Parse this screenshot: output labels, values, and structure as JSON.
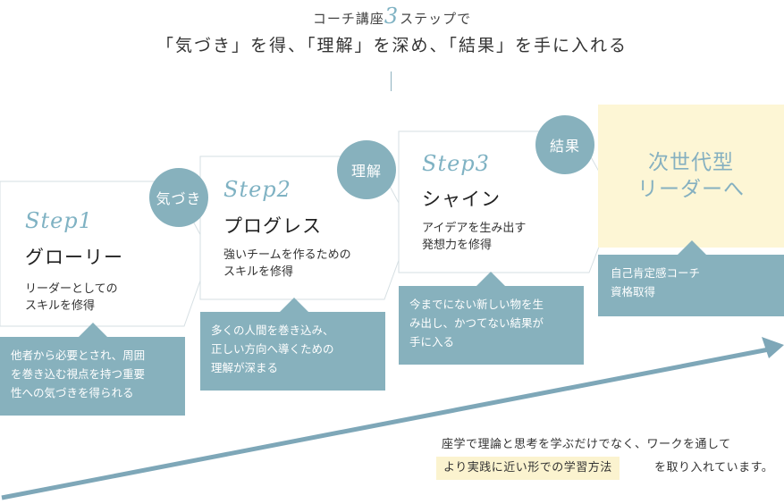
{
  "header": {
    "line1_prefix": "コーチ講座",
    "line1_number": "3",
    "line1_suffix": "ステップで",
    "line2": "「気づき」を得、「理解」を深め、「結果」を手に入れる"
  },
  "steps": [
    {
      "label": "Step1",
      "name": "グローリー",
      "desc1": "リーダーとしての",
      "desc2": "スキルを修得",
      "box": [
        "他者から必要とされ、周囲",
        "を巻き込む視点を持つ重要",
        "性への気づきを得られる"
      ]
    },
    {
      "label": "Step2",
      "name": "プログレス",
      "desc1": "強いチームを作るための",
      "desc2": "スキルを修得",
      "box": [
        "多くの人間を巻き込み、",
        "正しい方向へ導くための",
        "理解が深まる"
      ]
    },
    {
      "label": "Step3",
      "name": "シャイン",
      "desc1": "アイデアを生み出す",
      "desc2": "発想力を修得",
      "box": [
        "今までにない新しい物を生",
        "み出し、かつてない結果が",
        "手に入る"
      ]
    }
  ],
  "circles": [
    "気づき",
    "理解",
    "結果"
  ],
  "final": {
    "title1": "次世代型",
    "title2": "リーダーへ",
    "box": [
      "自己肯定感コーチ",
      "資格取得"
    ]
  },
  "bottom": {
    "line1": "座学で理論と思考を学ぶだけでなく、ワークを通して",
    "highlight": "より実践に近い形での学習方法",
    "line2_suffix": "を取り入れています。"
  },
  "colors": {
    "accent": "#87b1bd",
    "label": "#7fb2c3",
    "arrow": "#7ea7b8",
    "cream": "#fdf6d5"
  }
}
